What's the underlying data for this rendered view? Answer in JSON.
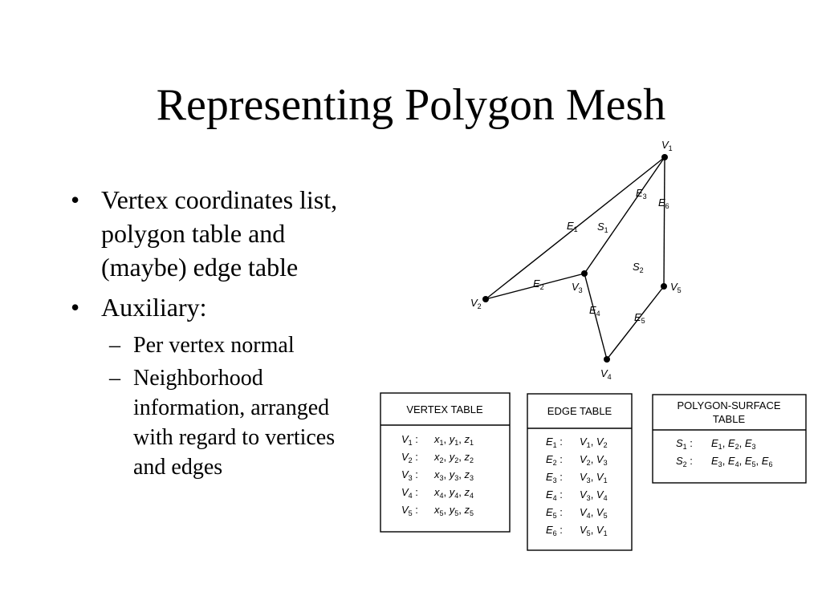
{
  "slide": {
    "title": "Representing Polygon Mesh",
    "bullets": [
      {
        "marker": "•",
        "text": "Vertex coordinates list, polygon table and (maybe) edge table"
      },
      {
        "marker": "•",
        "text": "Auxiliary:",
        "subitems": [
          {
            "marker": "–",
            "text": "Per vertex normal"
          },
          {
            "marker": "–",
            "text": "Neighborhood information, arranged with regard to vertices and edges"
          }
        ]
      }
    ]
  },
  "mesh": {
    "vertices": [
      {
        "name": "V",
        "sub": "1"
      },
      {
        "name": "V",
        "sub": "2"
      },
      {
        "name": "V",
        "sub": "3"
      },
      {
        "name": "V",
        "sub": "4"
      },
      {
        "name": "V",
        "sub": "5"
      }
    ],
    "edges": [
      {
        "name": "E",
        "sub": "1"
      },
      {
        "name": "E",
        "sub": "2"
      },
      {
        "name": "E",
        "sub": "3"
      },
      {
        "name": "E",
        "sub": "4"
      },
      {
        "name": "E",
        "sub": "5"
      },
      {
        "name": "E",
        "sub": "6"
      }
    ],
    "surfaces": [
      {
        "name": "S",
        "sub": "1"
      },
      {
        "name": "S",
        "sub": "2"
      }
    ]
  },
  "tables": {
    "vertex": {
      "title": "VERTEX TABLE",
      "rows": [
        {
          "v": "1",
          "coords": [
            "x1",
            "y1",
            "z1"
          ]
        },
        {
          "v": "2",
          "coords": [
            "x2",
            "y2",
            "z2"
          ]
        },
        {
          "v": "3",
          "coords": [
            "x3",
            "y3",
            "z3"
          ]
        },
        {
          "v": "4",
          "coords": [
            "x4",
            "y4",
            "z4"
          ]
        },
        {
          "v": "5",
          "coords": [
            "x5",
            "y5",
            "z5"
          ]
        }
      ]
    },
    "edge": {
      "title": "EDGE TABLE",
      "rows": [
        {
          "e": "1",
          "verts": [
            "1",
            "2"
          ]
        },
        {
          "e": "2",
          "verts": [
            "2",
            "3"
          ]
        },
        {
          "e": "3",
          "verts": [
            "3",
            "1"
          ]
        },
        {
          "e": "4",
          "verts": [
            "3",
            "4"
          ]
        },
        {
          "e": "5",
          "verts": [
            "4",
            "5"
          ]
        },
        {
          "e": "6",
          "verts": [
            "5",
            "1"
          ]
        }
      ]
    },
    "polygon": {
      "title_line1": "POLYGON-SURFACE",
      "title_line2": "TABLE",
      "rows": [
        {
          "s": "1",
          "edges": [
            "1",
            "2",
            "3"
          ]
        },
        {
          "s": "2",
          "edges": [
            "3",
            "4",
            "5",
            "6"
          ]
        }
      ]
    }
  }
}
